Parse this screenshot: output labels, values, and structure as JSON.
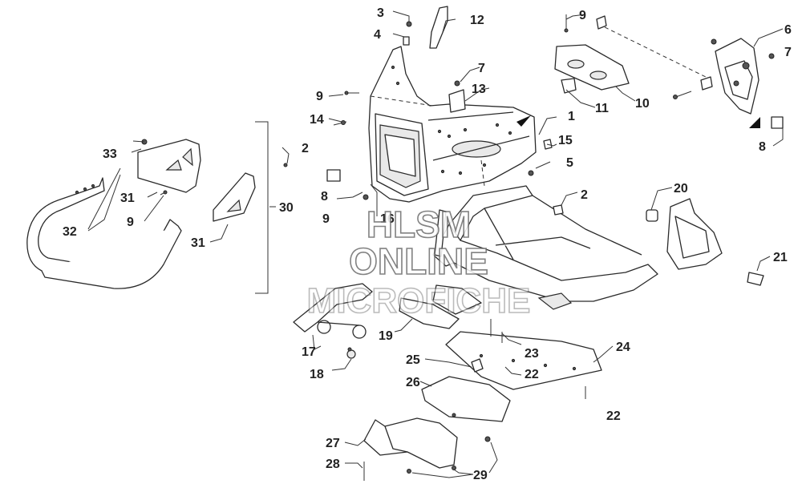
{
  "callouts": {
    "c1": "1",
    "c2a": "2",
    "c2b": "2",
    "c3": "3",
    "c4": "4",
    "c5": "5",
    "c6": "6",
    "c7a": "7",
    "c7b": "7",
    "c8a": "8",
    "c8b": "8",
    "c9a": "9",
    "c9b": "9",
    "c9c": "9",
    "c9d": "9",
    "c10": "10",
    "c11": "11",
    "c12": "12",
    "c13": "13",
    "c14": "14",
    "c15": "15",
    "c16": "16",
    "c17": "17",
    "c18": "18",
    "c19": "19",
    "c20": "20",
    "c21": "21",
    "c22a": "22",
    "c22b": "22",
    "c23": "23",
    "c24": "24",
    "c25": "25",
    "c26": "26",
    "c27": "27",
    "c28": "28",
    "c29": "29",
    "c30": "30",
    "c31a": "31",
    "c31b": "31",
    "c32": "32",
    "c33": "33"
  },
  "watermark": {
    "line1": "HLSM",
    "line2": "ONLINE",
    "line3": "MICROFICHE"
  }
}
